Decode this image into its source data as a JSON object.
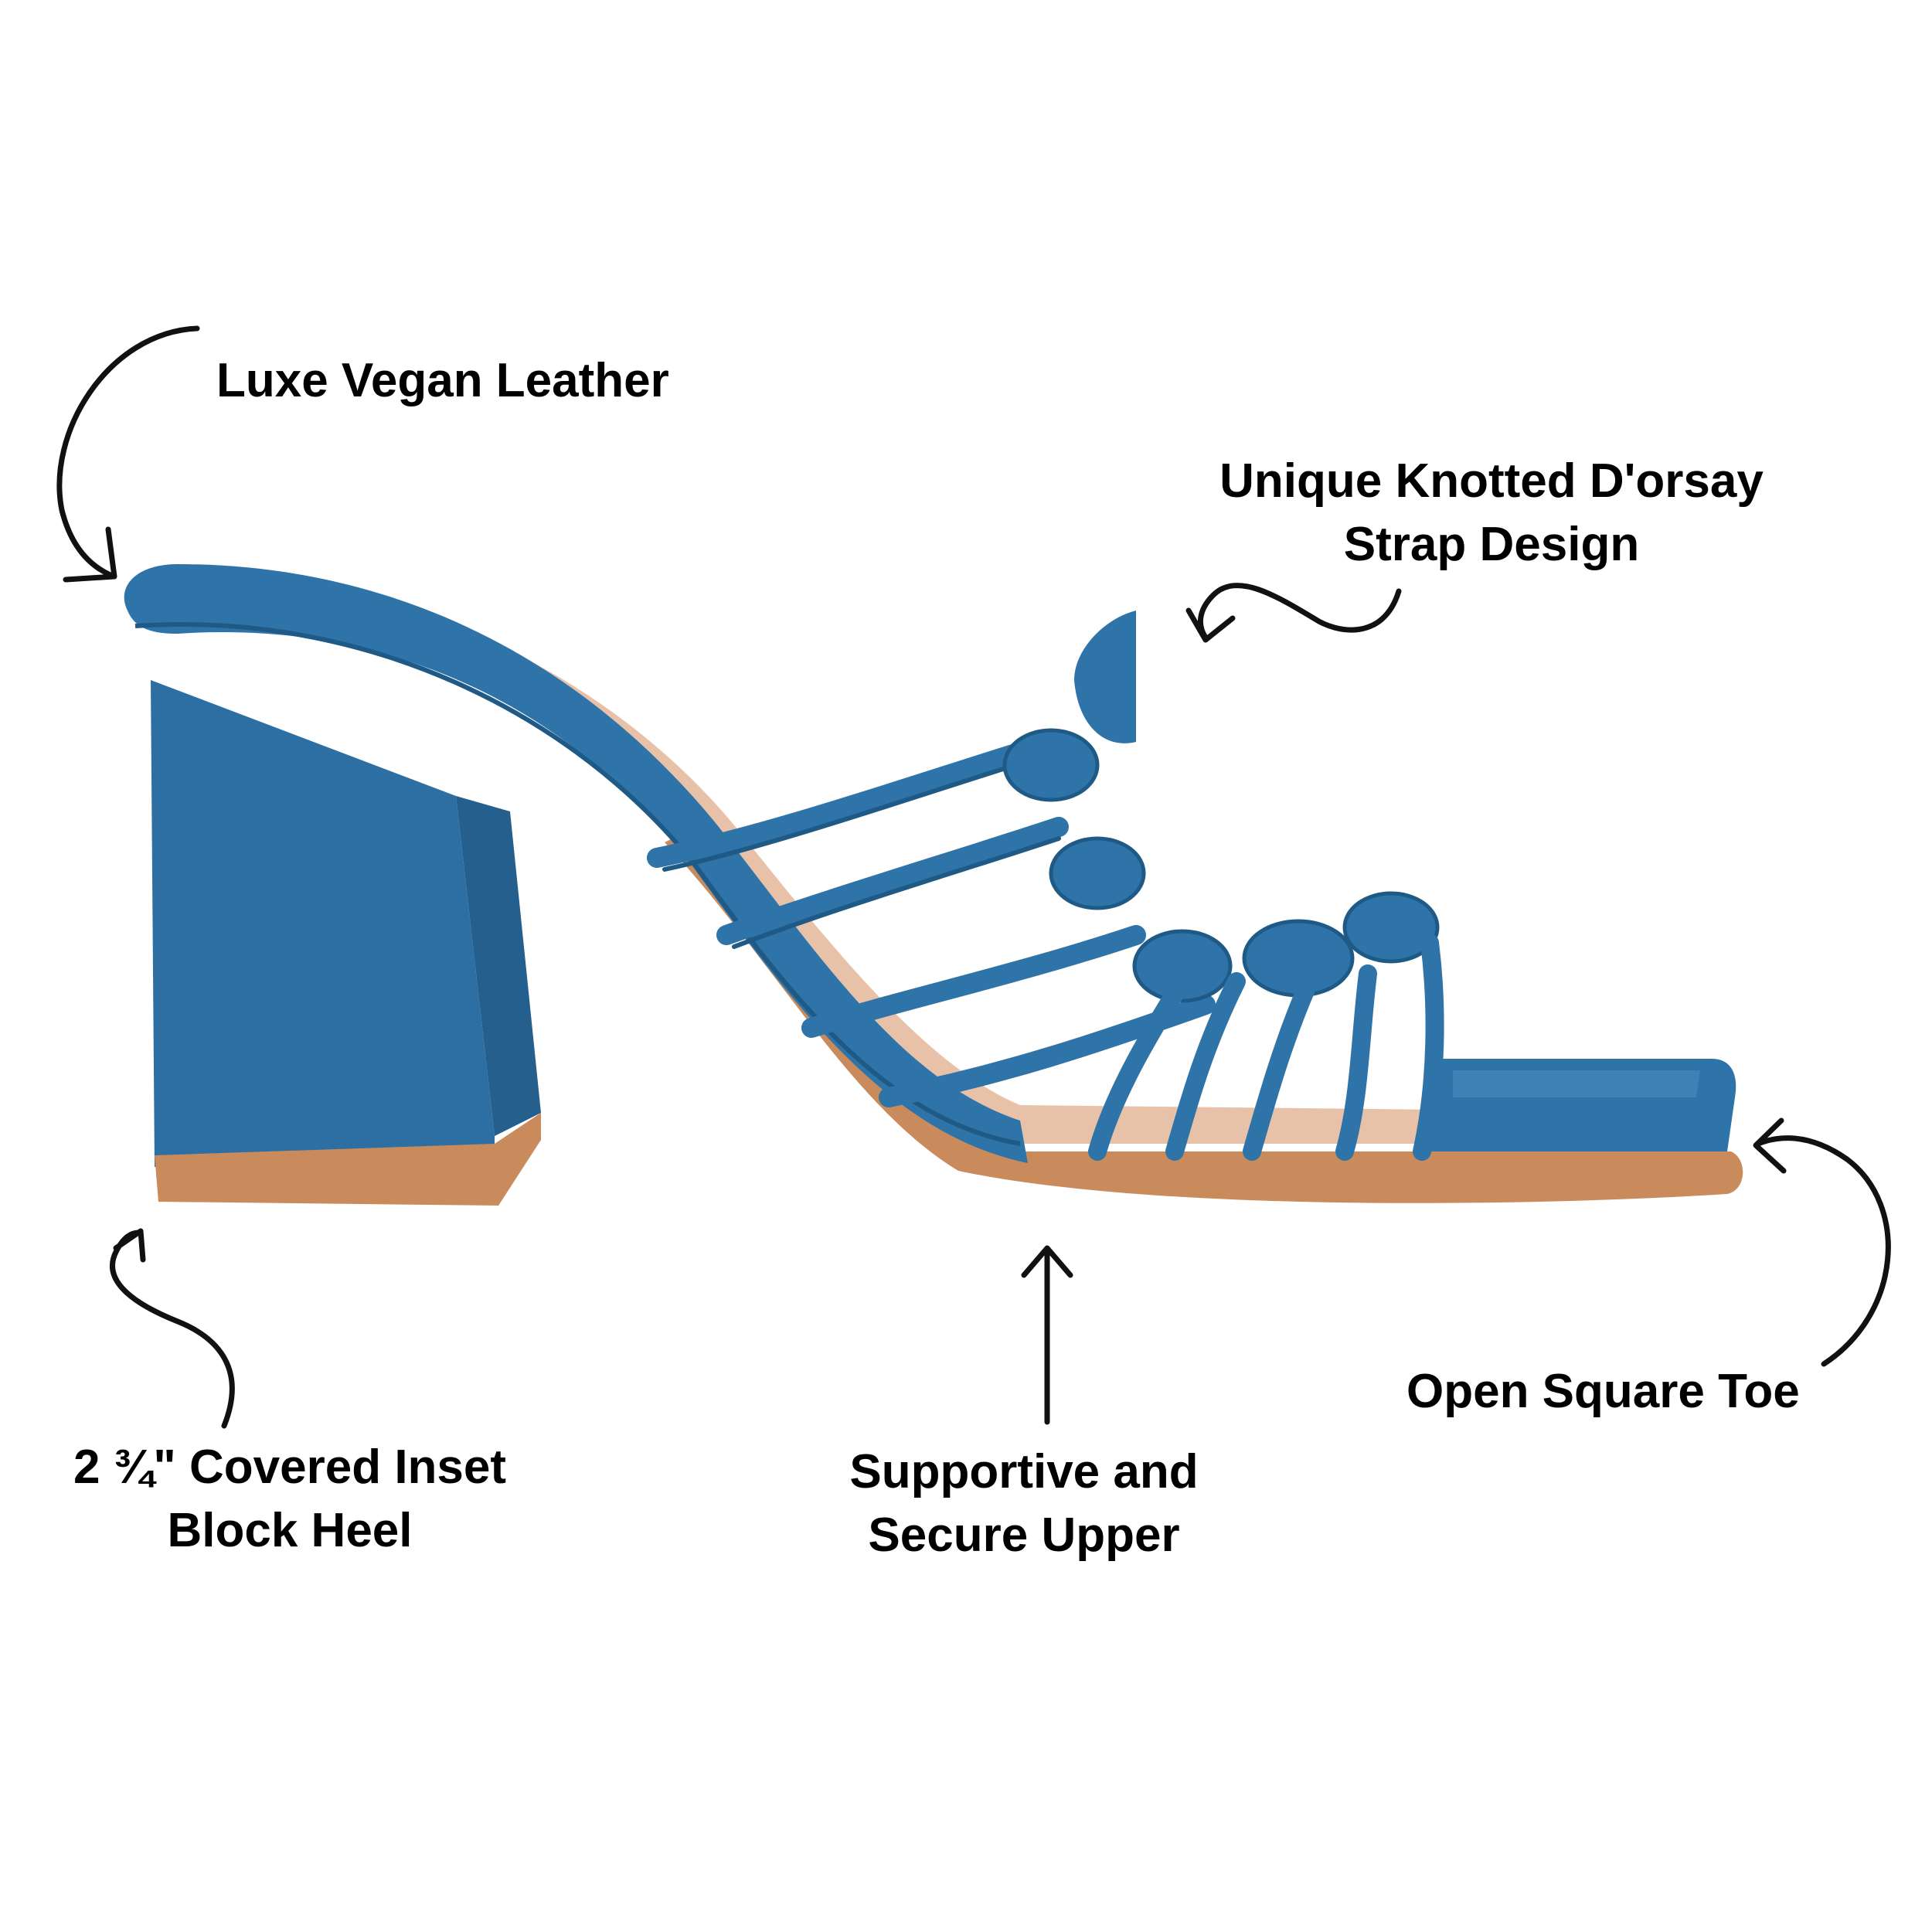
{
  "product": {
    "colors": {
      "strap_blue": "#2f74a8",
      "strap_blue_dark": "#1f5a87",
      "strap_blue_light": "#4a8fc2",
      "insole": "#e8c2a8",
      "insole_shadow": "#d2a88c",
      "sole": "#c98b5c",
      "heel_face": "#2d6fa3",
      "heel_side": "#245f8e"
    }
  },
  "callouts": {
    "leather": {
      "line1": "Luxe Vegan Leather"
    },
    "knotted": {
      "line1": "Unique Knotted D'orsay",
      "line2": "Strap Design"
    },
    "toe": {
      "line1": "Open Square Toe"
    },
    "heel": {
      "line1": "2 ¾\" Covered Inset",
      "line2": "Block Heel"
    },
    "upper": {
      "line1": "Supportive and",
      "line2": "Secure Upper"
    }
  }
}
